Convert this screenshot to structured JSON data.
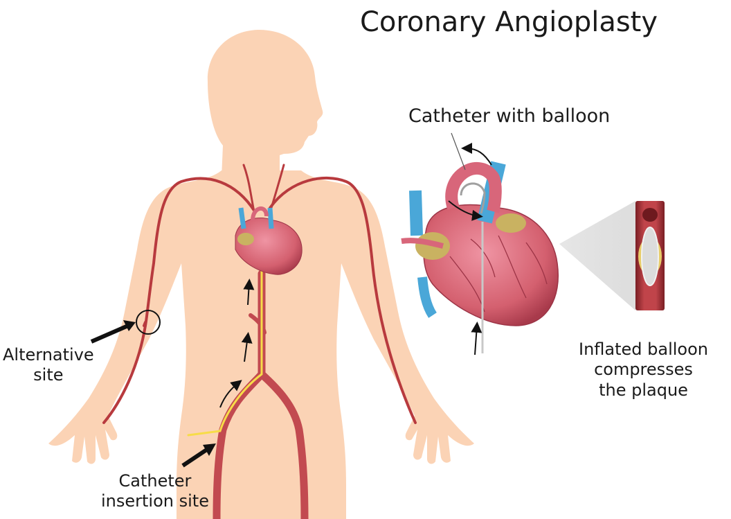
{
  "title": "Coronary Angioplasty",
  "labels": {
    "catheter_with_balloon": "Catheter with balloon",
    "alternative_site": [
      "Alternative",
      "site"
    ],
    "catheter_insertion_site": [
      "Catheter",
      "insertion site"
    ],
    "inflated_balloon": [
      "Inflated balloon",
      "compresses",
      "the plaque"
    ]
  },
  "colors": {
    "skin": "#fbd3b5",
    "artery": "#b83a3e",
    "catheter": "#f7dc48",
    "heart": "#d8667a",
    "vessel_blue": "#4aa7d8",
    "fat": "#c9b261",
    "balloon": "#d9d9d9"
  }
}
